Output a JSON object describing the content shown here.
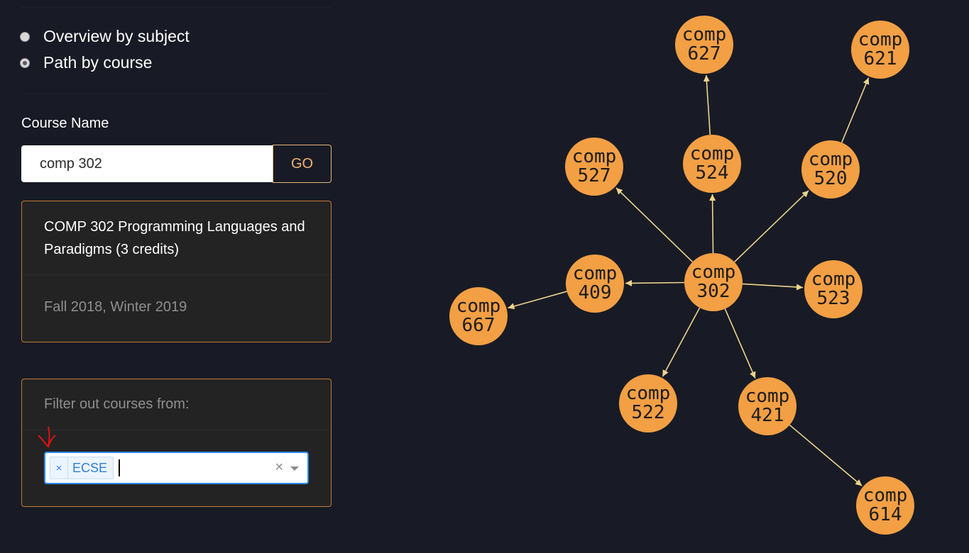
{
  "view_options": [
    {
      "label": "Overview by subject",
      "checked": false
    },
    {
      "label": "Path by course",
      "checked": true
    }
  ],
  "course_search": {
    "label": "Course Name",
    "value": "comp 302",
    "button_label": "GO"
  },
  "course_card": {
    "title": "COMP 302 Programming Languages and Paradigms (3 credits)",
    "terms": "Fall 2018, Winter 2019"
  },
  "filter": {
    "title": "Filter out courses from:",
    "tags": [
      {
        "label": "ECSE",
        "remove_icon": "×"
      }
    ],
    "clear_icon": "×"
  },
  "colors": {
    "node_fill": "#f39f44",
    "edge": "#eed48c",
    "accent_border": "#c27a35",
    "background": "#181b25"
  },
  "graph": {
    "nodes": [
      {
        "id": "comp302",
        "line1": "comp",
        "line2": "302"
      },
      {
        "id": "comp627",
        "line1": "comp",
        "line2": "627"
      },
      {
        "id": "comp621",
        "line1": "comp",
        "line2": "621"
      },
      {
        "id": "comp527",
        "line1": "comp",
        "line2": "527"
      },
      {
        "id": "comp524",
        "line1": "comp",
        "line2": "524"
      },
      {
        "id": "comp520",
        "line1": "comp",
        "line2": "520"
      },
      {
        "id": "comp409",
        "line1": "comp",
        "line2": "409"
      },
      {
        "id": "comp523",
        "line1": "comp",
        "line2": "523"
      },
      {
        "id": "comp667",
        "line1": "comp",
        "line2": "667"
      },
      {
        "id": "comp522",
        "line1": "comp",
        "line2": "522"
      },
      {
        "id": "comp421",
        "line1": "comp",
        "line2": "421"
      },
      {
        "id": "comp614",
        "line1": "comp",
        "line2": "614"
      }
    ],
    "edges": [
      {
        "from": "comp302",
        "to": "comp527"
      },
      {
        "from": "comp302",
        "to": "comp524"
      },
      {
        "from": "comp302",
        "to": "comp520"
      },
      {
        "from": "comp302",
        "to": "comp409"
      },
      {
        "from": "comp302",
        "to": "comp523"
      },
      {
        "from": "comp302",
        "to": "comp522"
      },
      {
        "from": "comp302",
        "to": "comp421"
      },
      {
        "from": "comp524",
        "to": "comp627"
      },
      {
        "from": "comp520",
        "to": "comp621"
      },
      {
        "from": "comp409",
        "to": "comp667"
      },
      {
        "from": "comp421",
        "to": "comp614"
      }
    ]
  }
}
